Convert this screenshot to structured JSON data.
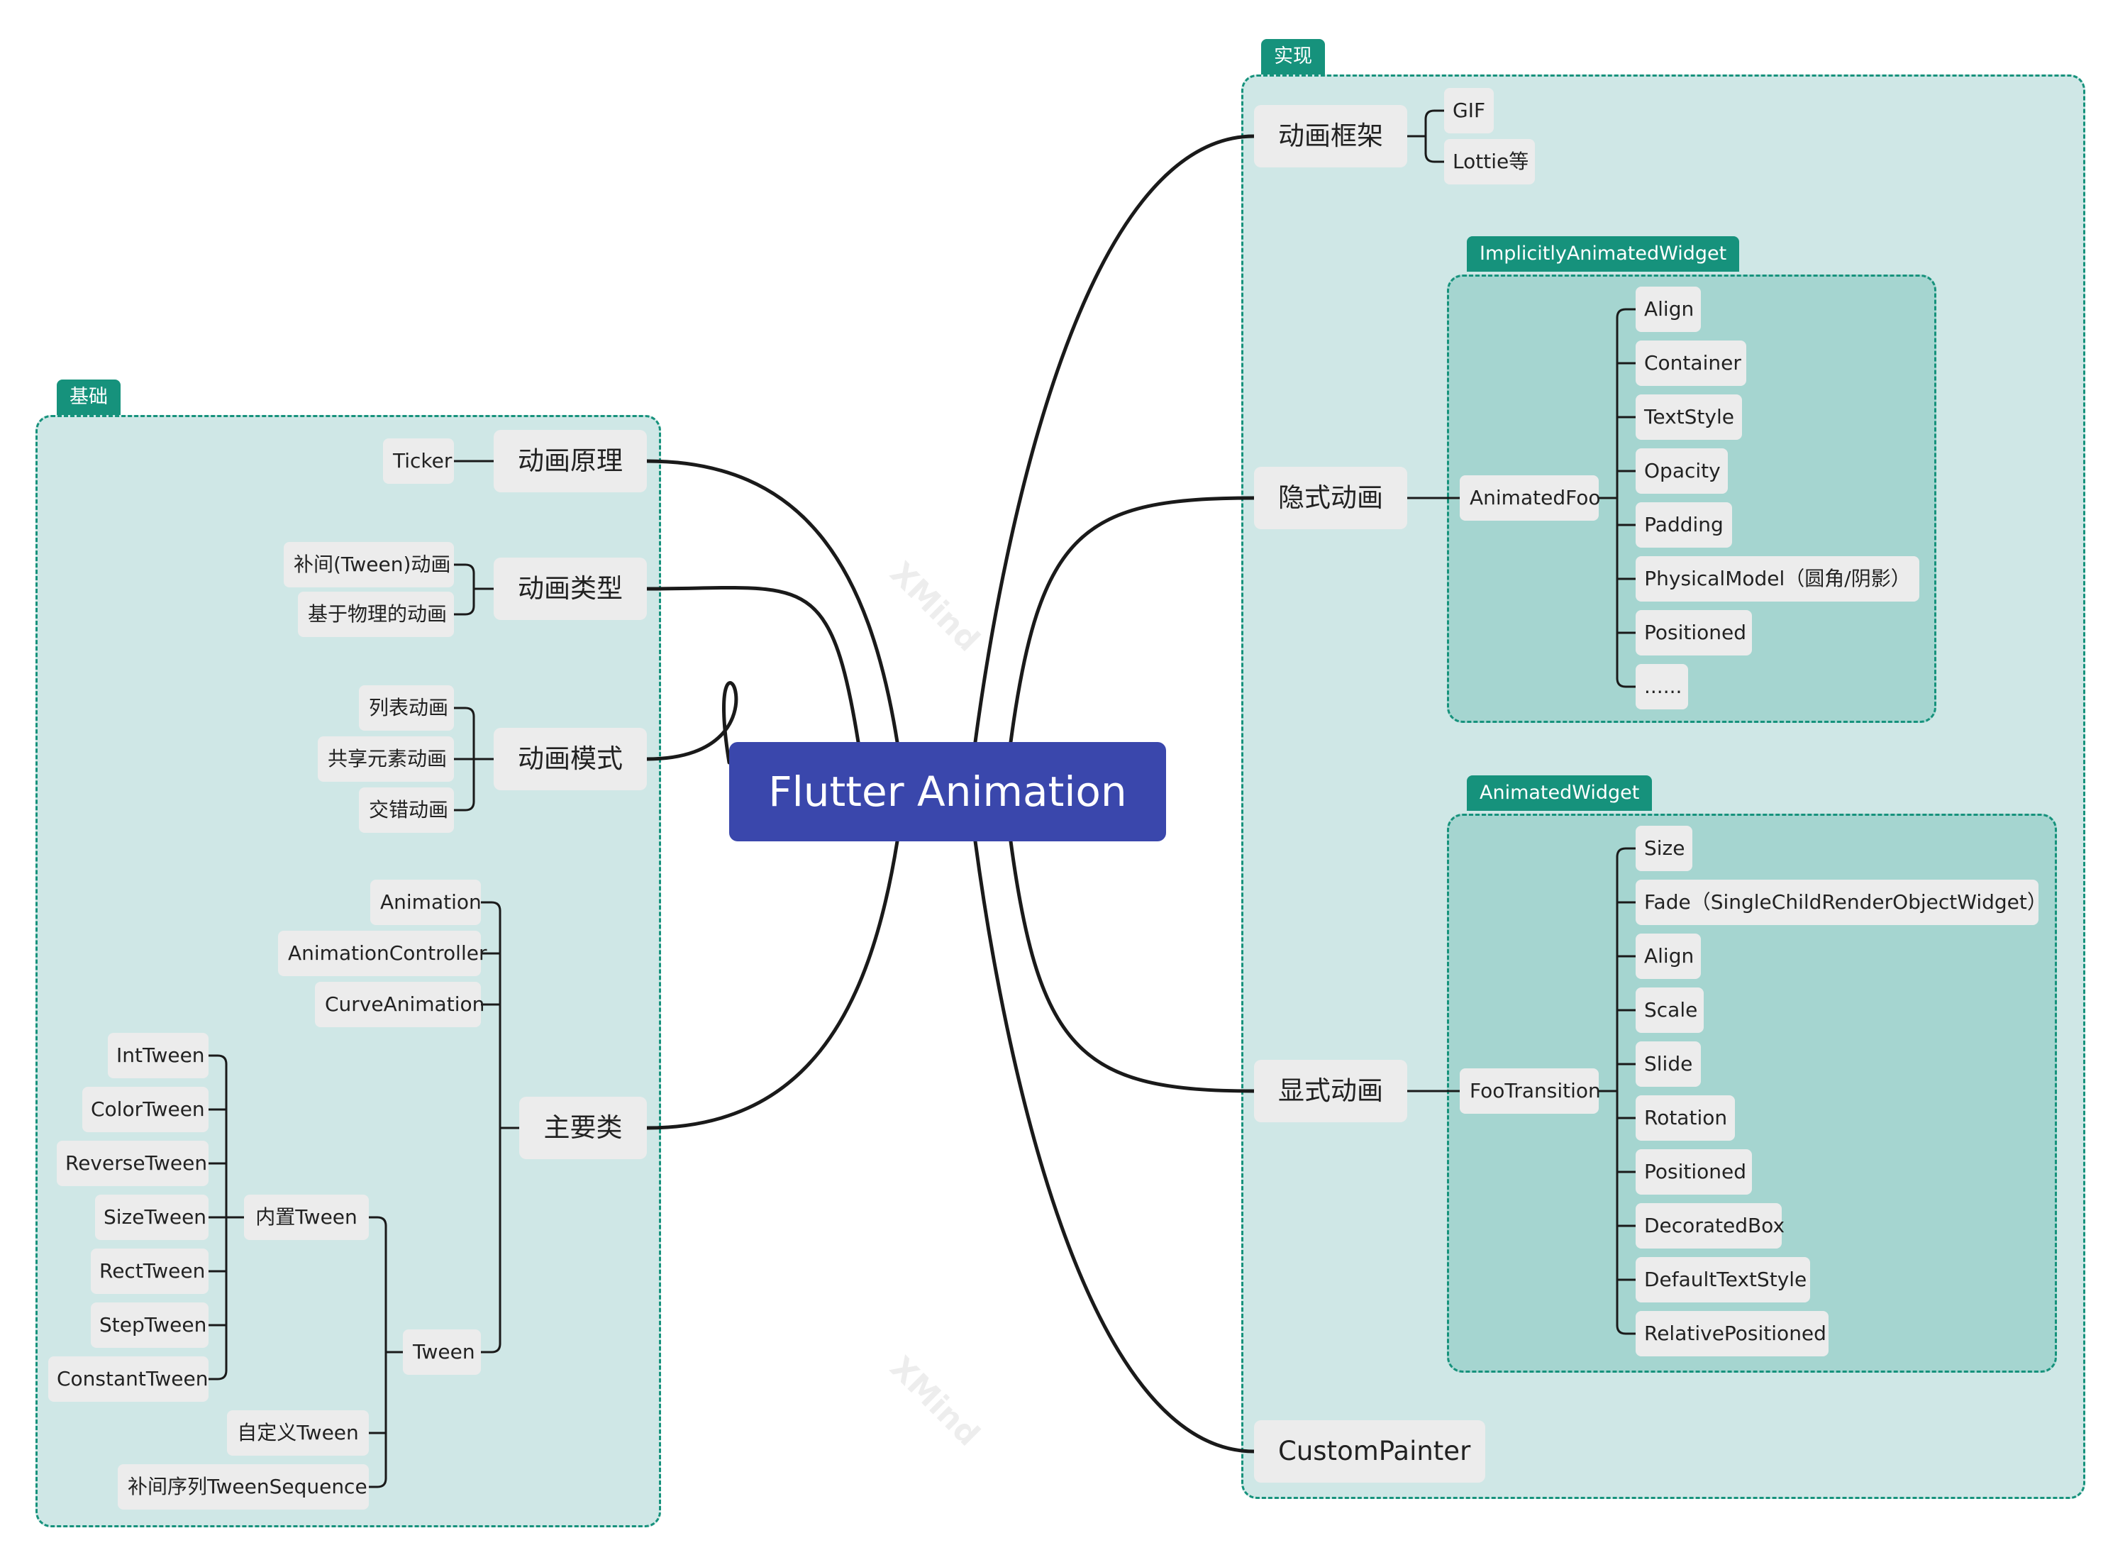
{
  "root": "Flutter Animation",
  "watermark": "XMind",
  "left": {
    "boundary_label": "基础",
    "topics": {
      "principle": {
        "label": "动画原理",
        "children": [
          "Ticker"
        ]
      },
      "types": {
        "label": "动画类型",
        "children": [
          "补间(Tween)动画",
          "基于物理的动画"
        ]
      },
      "modes": {
        "label": "动画模式",
        "children": [
          "列表动画",
          "共享元素动画",
          "交错动画"
        ]
      },
      "classes": {
        "label": "主要类",
        "children": [
          "Animation",
          "AnimationController",
          "CurveAnimation"
        ],
        "tween": {
          "label": "Tween",
          "builtin": {
            "label": "内置Tween",
            "children": [
              "IntTween",
              "ColorTween",
              "ReverseTween",
              "SizeTween",
              "RectTween",
              "StepTween",
              "ConstantTween"
            ]
          },
          "custom": "自定义Tween",
          "sequence": "补间序列TweenSequence"
        }
      }
    }
  },
  "right": {
    "boundary_label": "实现",
    "topics": {
      "framework": {
        "label": "动画框架",
        "children": [
          "GIF",
          "Lottie等"
        ]
      },
      "implicit": {
        "label": "隐式动画",
        "boundary_label": "ImplicitlyAnimatedWidget",
        "middle": "AnimatedFoo",
        "children": [
          "Align",
          "Container",
          "TextStyle",
          "Opacity",
          "Padding",
          "PhysicalModel（圆角/阴影）",
          "Positioned",
          "......"
        ]
      },
      "explicit": {
        "label": "显式动画",
        "boundary_label": "AnimatedWidget",
        "middle": "FooTransition",
        "children": [
          "Size",
          "Fade（SingleChildRenderObjectWidget）",
          "Align",
          "Scale",
          "Slide",
          "Rotation",
          "Positioned",
          "DecoratedBox",
          "DefaultTextStyle",
          "RelativePositioned"
        ]
      },
      "painter": {
        "label": "CustomPainter"
      }
    }
  },
  "colors": {
    "root": "#3a47ac",
    "boundary": "#16927c",
    "boundary_fill": "#cfe7e6",
    "inner_fill": "#a5d5d0",
    "node_fill": "#ececec",
    "line": "#1a1a1a"
  }
}
